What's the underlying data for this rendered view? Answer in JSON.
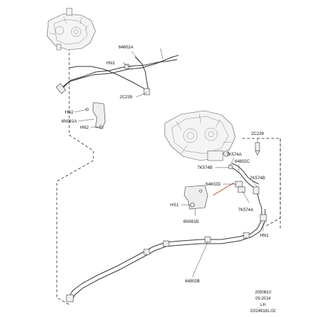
{
  "callouts": {
    "c64802A": "64802A",
    "hn1_top": "HN1",
    "c2C239_top": "2C239",
    "hn2_a": "HN2",
    "c6N081A": "6N081A",
    "hn2_b": "HN2",
    "c2C239_right": "2C239",
    "c7K574A_top": "7K574A",
    "c64802C": "64802C",
    "c7K574B_left": "7K574B",
    "c7K574B_right": "7K574B",
    "c64802D": "64802D",
    "c7K574A_bottom": "7K574A",
    "hs1": "HS1",
    "c6N081B": "6N081B",
    "hn1_right": "HN1",
    "c64802B": "64802B"
  },
  "footer": {
    "code": "2050610",
    "date": "05-2014",
    "side": "LH",
    "ref": "C0249181-02"
  }
}
